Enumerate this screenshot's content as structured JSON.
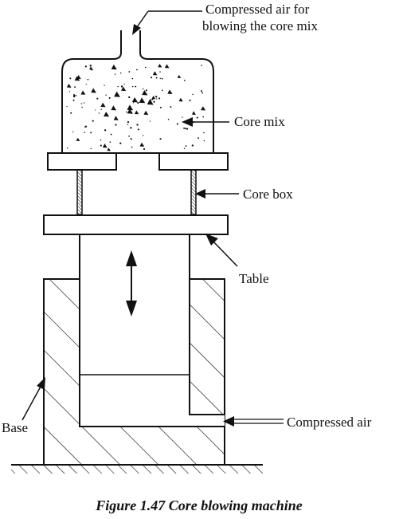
{
  "labels": {
    "compressed_air_top_line1": "Compressed air for",
    "compressed_air_top_line2": "blowing the core mix",
    "core_mix": "Core mix",
    "core_box": "Core box",
    "table": "Table",
    "base": "Base",
    "compressed_air_bottom": "Compressed air"
  },
  "caption": "Figure 1.47 Core blowing machine",
  "colors": {
    "ink": "#111111",
    "background": "#ffffff"
  }
}
